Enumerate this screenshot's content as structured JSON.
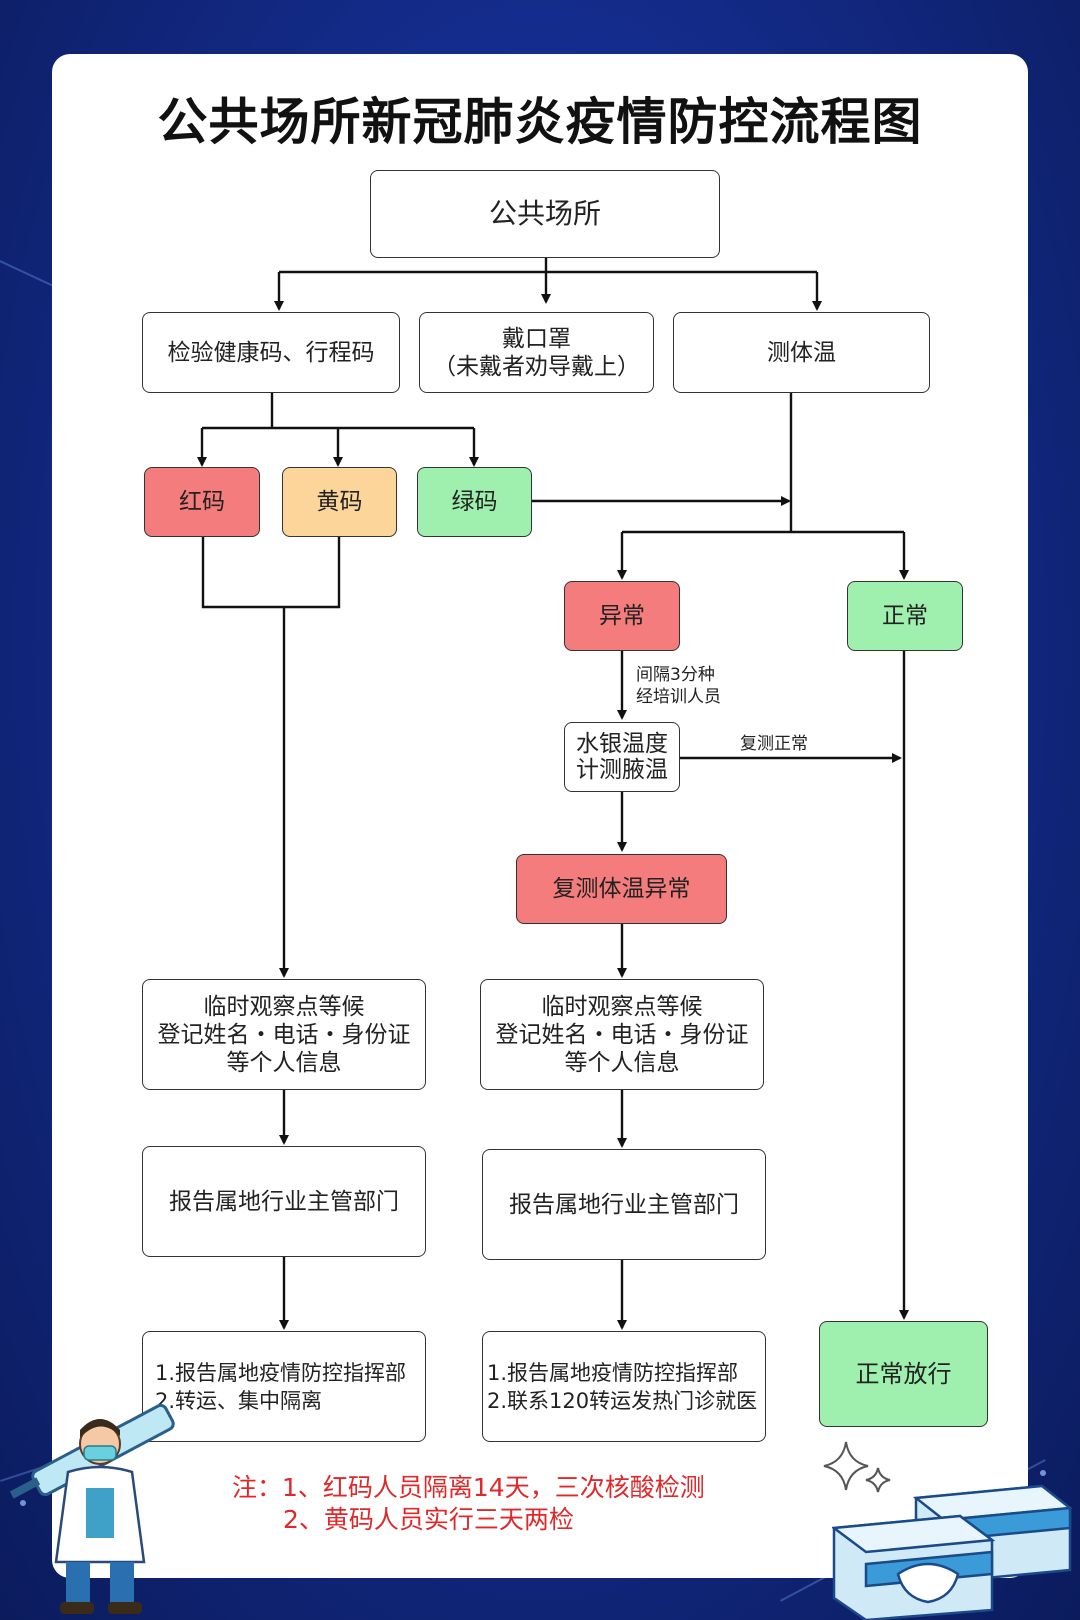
{
  "title": "公共场所新冠肺炎疫情防控流程图",
  "nodes": {
    "public_place": "公共场所",
    "check_code": "检验健康码、行程码",
    "mask": "戴口罩\n（未戴者劝导戴上）",
    "temperature": "测体温",
    "red_code": "红码",
    "yellow_code": "黄码",
    "green_code": "绿码",
    "abnormal": "异常",
    "normal": "正常",
    "mercury": "水银温度\n计测腋温",
    "retest_abnormal": "复测体温异常",
    "observe_left": "临时观察点等候\n登记姓名・电话・身份证\n等个人信息",
    "observe_right": "临时观察点等候\n登记姓名・电话・身份证\n等个人信息",
    "report_left": "报告属地行业主管部门",
    "report_right": "报告属地行业主管部门",
    "final_left": "1.报告属地疫情防控指挥部\n2.转运、集中隔离",
    "final_right": "1.报告属地疫情防控指挥部\n2.联系120转运发热门诊就医",
    "pass": "正常放行"
  },
  "edge_labels": {
    "interval": "间隔3分种\n经培训人员",
    "retest_normal": "复测正常"
  },
  "notes": {
    "line1": "注：1、红码人员隔离14天，三次核酸检测",
    "line2": "2、黄码人员实行三天两检"
  },
  "colors": {
    "red": "#f47c7c",
    "yellow": "#fbd59a",
    "green": "#9ff0ae",
    "note": "#e0282a",
    "background": "#142c8c"
  }
}
